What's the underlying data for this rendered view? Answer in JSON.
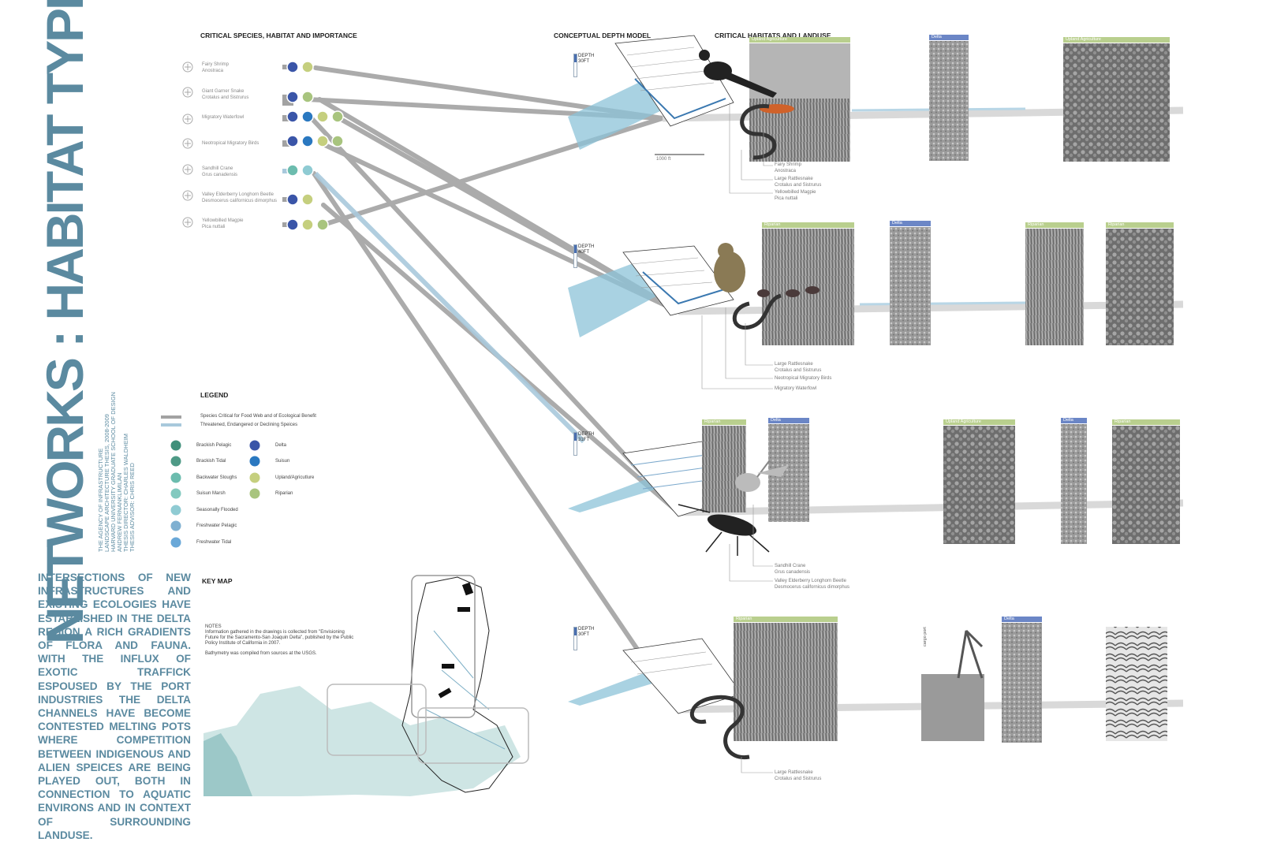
{
  "title": {
    "main": "NETWORKS : HABITAT TYPES",
    "credits": [
      "THE AGENCY OF INFRASTRUCTURE",
      "LANDSCAPE ARCHITECTURE THESIS, 2008-2009",
      "HARVARD UNIVERSITY GRADUATE SCHOOL OF DESIGN",
      "ANDREW FERNANKLIMILAN",
      "THESIS DIRECTOR: CHARLES WALDHEIM",
      "THESIS ADVISOR: CHRIS REED"
    ]
  },
  "intro": "INTERSECTIONS OF NEW INFRASTRUCTURES AND EXISTING ECOLOGIES HAVE ESTABLISHED IN THE DELTA REGION A RICH GRADIENTS OF FLORA AND FAUNA. WITH THE INFLUX OF EXOTIC TRAFFICK ESPOUSED BY THE PORT INDUSTRIES THE DELTA CHANNELS HAVE BECOME CONTESTED MELTING POTS WHERE COMPETITION BETWEEN INDIGENOUS AND ALIEN SPEICES ARE BEING PLAYED OUT, BOTH IN CONNECTION TO AQUATIC ENVIRONS AND IN CONTEXT OF SURROUNDING LANDUSE.",
  "headers": {
    "species": "CRITICAL SPECIES, HABITAT AND IMPORTANCE",
    "depth_model": "CONCEPTUAL DEPTH MODEL",
    "habitats": "CRITICAL HABITATS AND LANDUSE",
    "legend": "LEGEND",
    "keymap": "KEY MAP"
  },
  "species": [
    {
      "name": "Fairy Shrimp",
      "latin": "Anostraca"
    },
    {
      "name": "Giant Garner Snake",
      "latin": "Crotalus and Sistrurus"
    },
    {
      "name": "Migratory Waterfowl",
      "latin": ""
    },
    {
      "name": "Neotropical Migratory Birds",
      "latin": ""
    },
    {
      "name": "Sandhill Crane",
      "latin": "Grus canadensis"
    },
    {
      "name": "Valley Elderberry Longhorn Beetle",
      "latin": "Desmocerus californicus dimorphus"
    },
    {
      "name": "Yellowbilled Magpie",
      "latin": "Pica nuttali"
    }
  ],
  "legend": {
    "lines": [
      "Species Critical for Food Web and of Ecological Benefit",
      "Threatened, Endangered or Declining Speices"
    ],
    "left": [
      {
        "label": "Brackish Pelagic",
        "color": "#3f8f7a"
      },
      {
        "label": "Brackish Tidal",
        "color": "#4e9a86"
      },
      {
        "label": "Backwater Sloughs",
        "color": "#6cbcae"
      },
      {
        "label": "Suisun Marsh",
        "color": "#82c9bf"
      },
      {
        "label": "Seasonally Flooded",
        "color": "#8fcbd3"
      },
      {
        "label": "Freshwater Pelagic",
        "color": "#7fb0d1"
      },
      {
        "label": "Freshwater Tidal",
        "color": "#6aa8d8"
      }
    ],
    "right": [
      {
        "label": "Delta",
        "color": "#3a55a8"
      },
      {
        "label": "Suisun",
        "color": "#2a78c0"
      },
      {
        "label": "Upland/Agricutlure",
        "color": "#c5cf7e"
      },
      {
        "label": "Riparian",
        "color": "#a8c47e"
      }
    ]
  },
  "notes": {
    "title": "NOTES",
    "text": "Information gathered in the drawings is collected from \"Envisioning Future for the Sacramento-San Joaquin Delta\", published by the Public Policy Institute of California in 2007.",
    "bathy": "Bathymetry  was compiled from sources at the USGS."
  },
  "depths": [
    {
      "label": "DEPTH",
      "value": "30FT"
    },
    {
      "label": "DEPTH",
      "value": "40FT"
    },
    {
      "label": "DEPTH",
      "value": "31FT"
    },
    {
      "label": "DEPTH",
      "value": "30FT"
    }
  ],
  "scale": "1000 ft",
  "tags": {
    "row1": [
      "Upland Agriculture",
      "Delta",
      "Upland Agriculture"
    ],
    "row2": [
      "Riparian",
      "Delta",
      "Riparian",
      "Riparian"
    ],
    "row3": [
      "Riparian",
      "Delta",
      "Upland Agriculture",
      "Delta",
      "Riparian"
    ],
    "row4": [
      "Riparian",
      "Delta"
    ]
  },
  "annotations": {
    "row1": [
      "Fairy Shrimp",
      "Anostraca",
      "Large Rattlesnake",
      "Crotalus and Sistrurus",
      "Yellowbilled Magpie",
      "Pica nuttali"
    ],
    "row2": [
      "Large Rattlesnake",
      "Crotalus and Sistrurus",
      "Neotropical Migratory Birds",
      "Migratory Waterfowl"
    ],
    "row3": [
      "Sandhill Crane",
      "Grus canadensis",
      "Valley Elderberry Longhorn Beetle",
      "Desmocerus californicus dimorphus"
    ],
    "row4": [
      "Large Rattlesnake",
      "Crotalus and Sistrurus"
    ]
  },
  "cargo": "cargo port",
  "colors": {
    "accent": "#5b8aa0",
    "water": "#8cc3d8",
    "connector": "#9a9a9a"
  }
}
